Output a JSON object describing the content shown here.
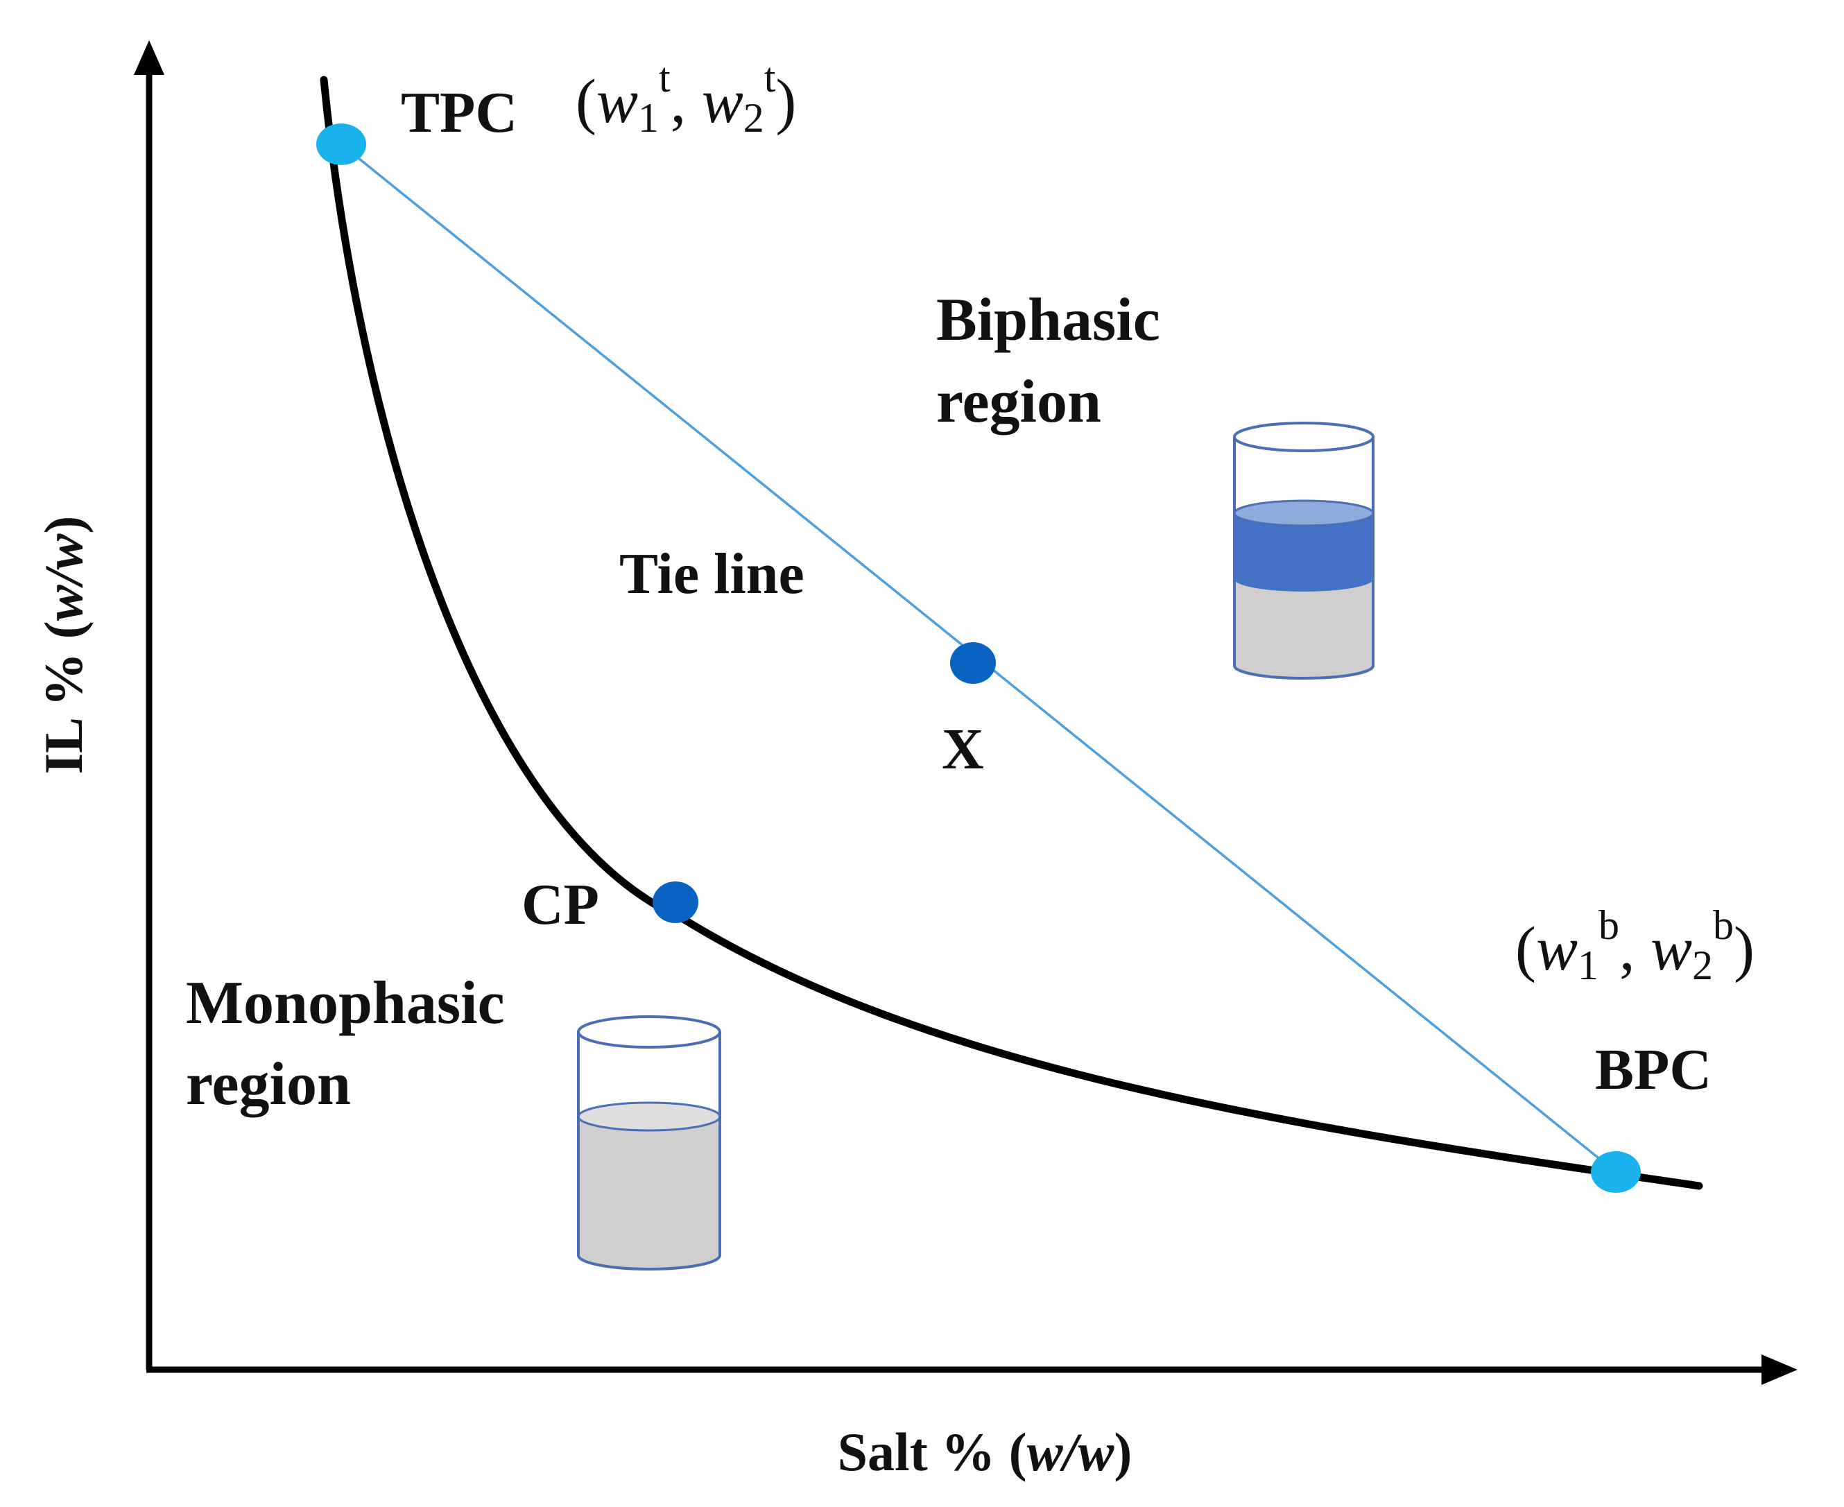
{
  "axes": {
    "y_label": "IL % (w/w)",
    "y_label_main": "IL % (",
    "y_label_unit": "w/w",
    "y_label_close": ")",
    "x_label": "Salt % (w/w)",
    "x_label_main": "Salt % (",
    "x_label_unit": "w/w",
    "x_label_close": ")"
  },
  "points": {
    "tpc": {
      "label": "TPC",
      "color": "#1ab2ec"
    },
    "bpc": {
      "label": "BPC",
      "color": "#1ab2ec"
    },
    "x": {
      "label": "X",
      "color": "#0a63c0"
    },
    "cp": {
      "label": "CP",
      "color": "#0a63c0"
    }
  },
  "coordinates": {
    "top": {
      "text": "(w1t, w2t)",
      "open": "(",
      "w": "w",
      "sub1": "1",
      "sub2": "2",
      "sup": "t",
      "sep": ", ",
      "close": ")"
    },
    "bottom": {
      "text": "(w1b, w2b)",
      "open": "(",
      "w": "w",
      "sub1": "1",
      "sub2": "2",
      "sup": "b",
      "sep": ", ",
      "close": ")"
    }
  },
  "regions": {
    "biphasic": {
      "line1": "Biphasic",
      "line2": "region"
    },
    "monophasic": {
      "line1": "Monophasic",
      "line2": "region"
    }
  },
  "tie_line": {
    "label": "Tie line",
    "color": "#4d9fe0"
  },
  "binodal_color": "#000000",
  "beakers": {
    "biphasic": {
      "top_phase_color": "#4472c4",
      "bottom_phase_color": "#d0cece",
      "outline_color": "#4a6fb5"
    },
    "monophasic": {
      "phase_color": "#d0cece",
      "outline_color": "#4a6fb5"
    }
  }
}
